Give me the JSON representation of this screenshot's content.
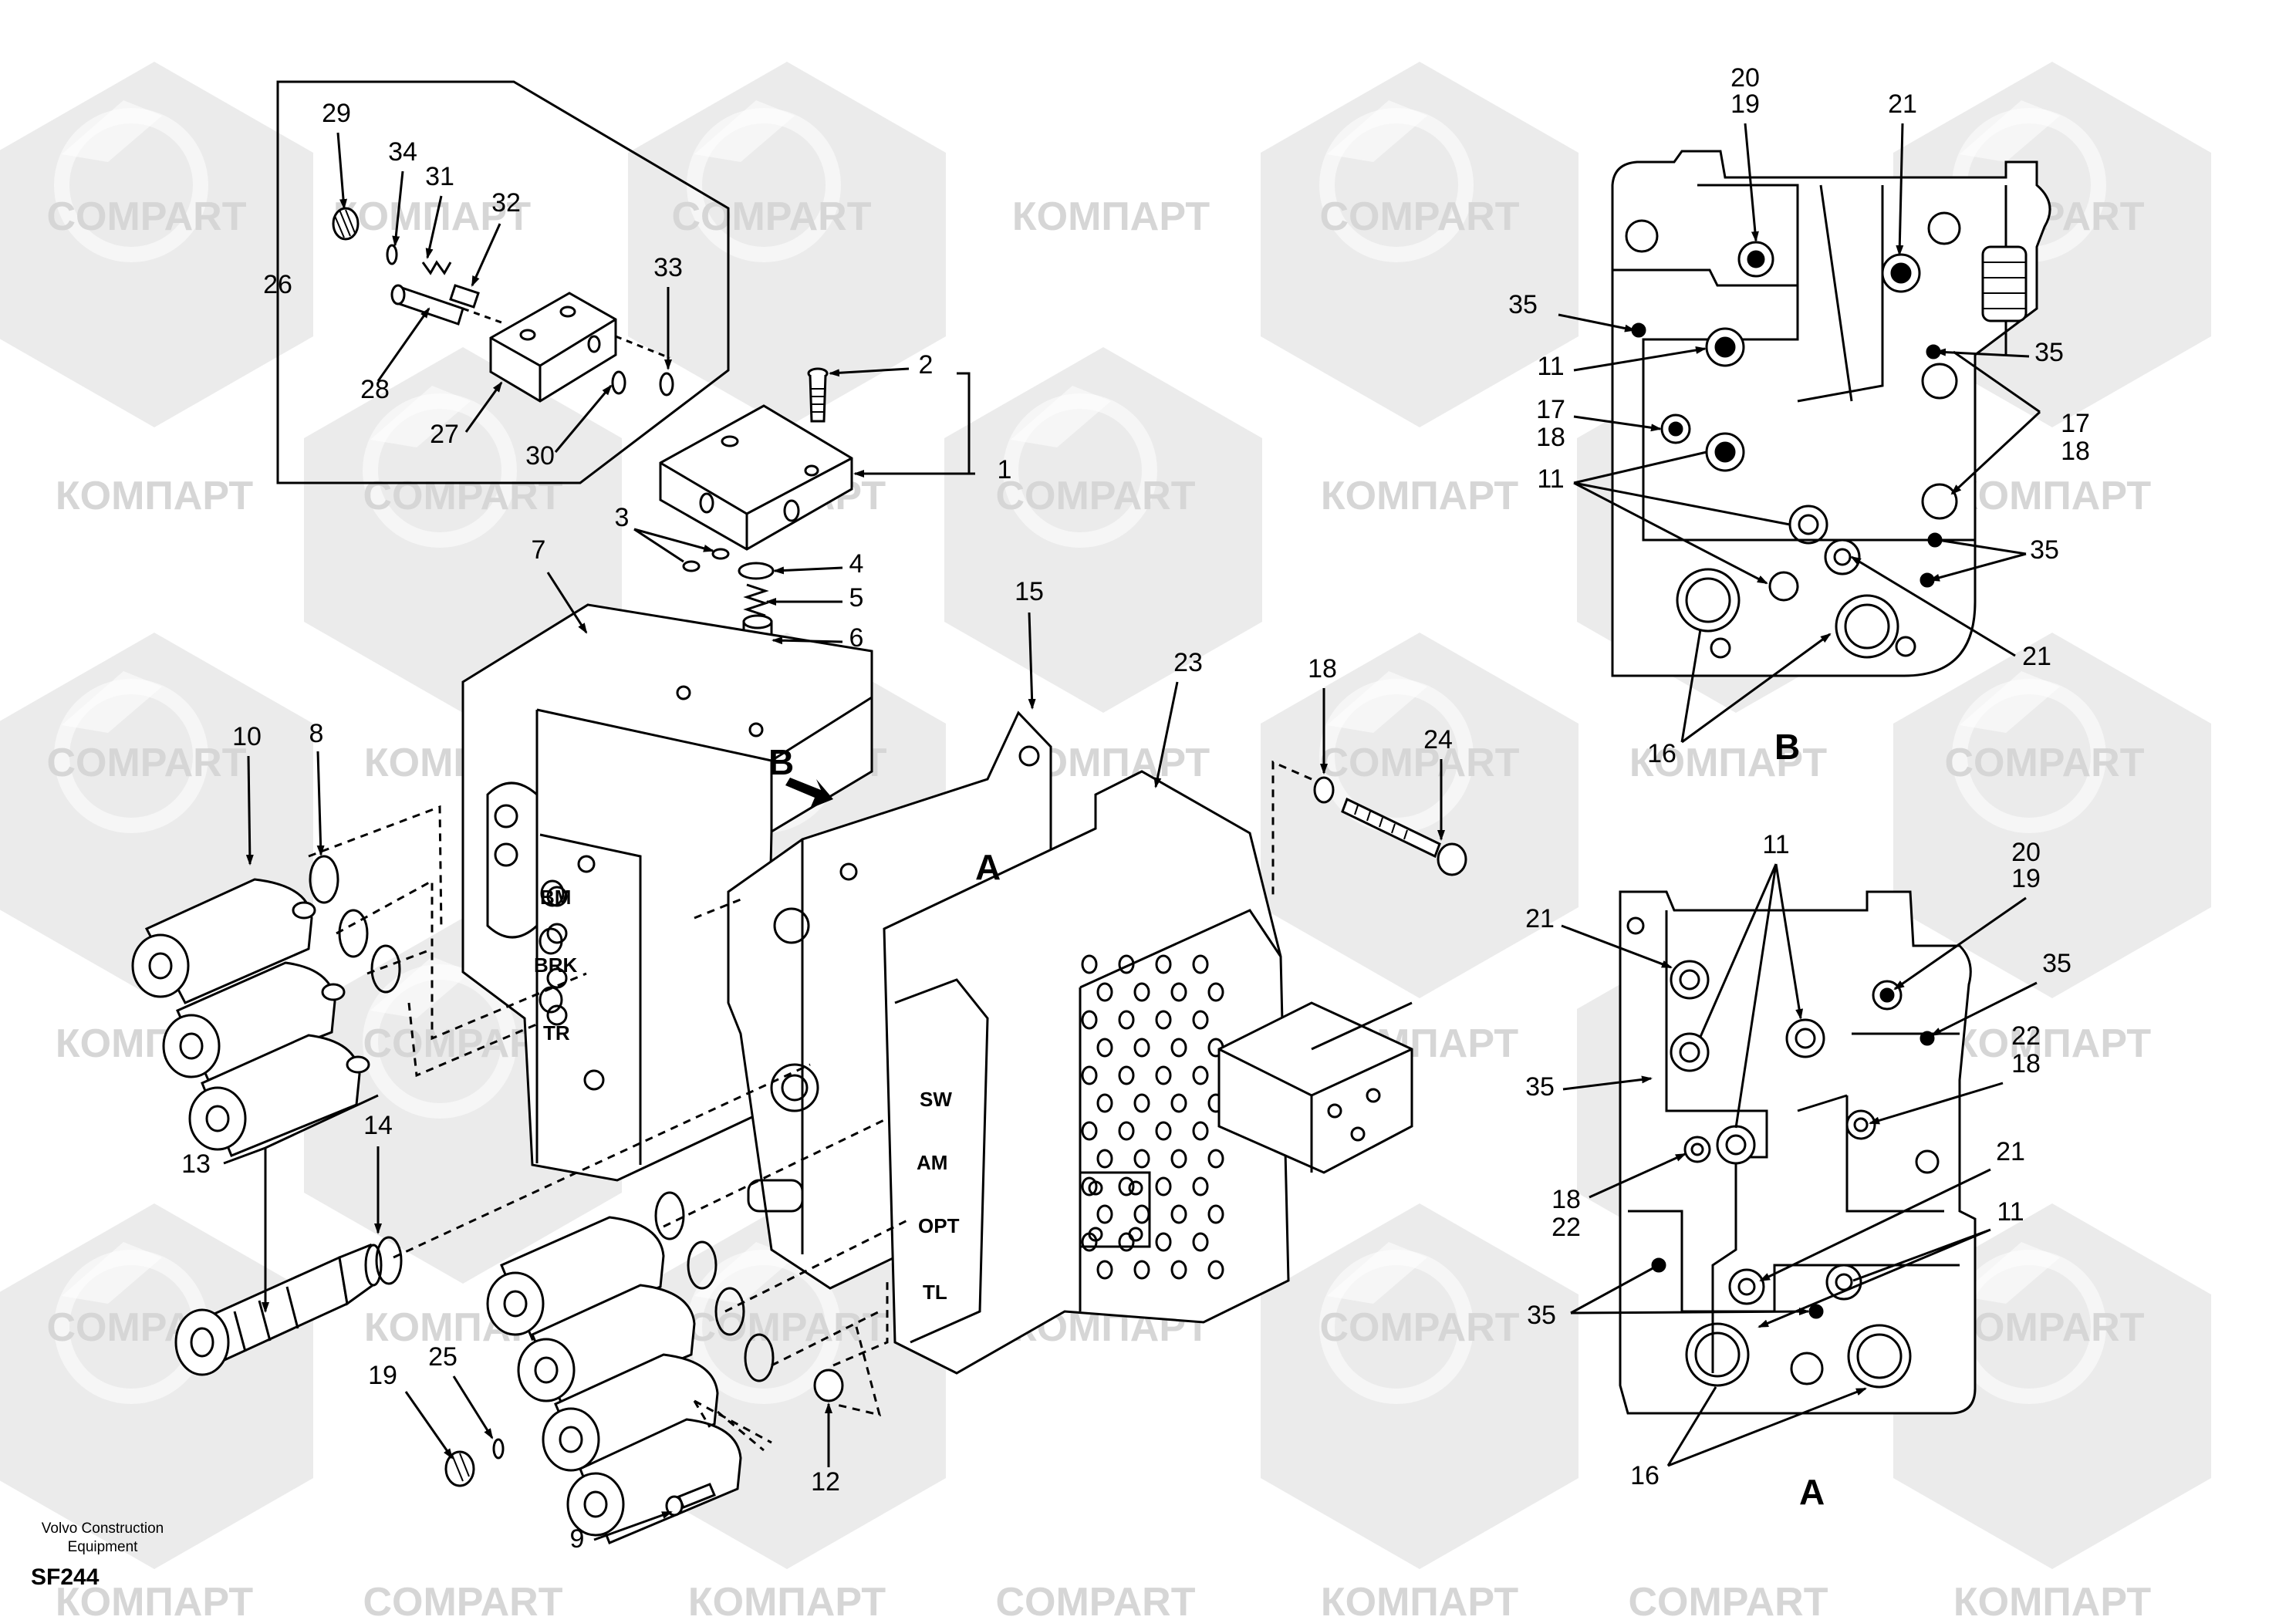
{
  "watermark": {
    "brand_cyr": "КОМПАРТ",
    "brand_lat": "COMPART",
    "color": "#d6d6d6"
  },
  "view_labels": {
    "B": "B",
    "A": "A"
  },
  "text_markers": {
    "BM": "BM",
    "BRK": "BRK",
    "TR": "TR",
    "SW": "SW",
    "AM": "AM",
    "OPT": "OPT",
    "TL": "TL"
  },
  "main_callouts": [
    "1",
    "2",
    "3",
    "4",
    "5",
    "6",
    "7",
    "8",
    "9",
    "10",
    "12",
    "13",
    "14",
    "15",
    "18",
    "19",
    "23",
    "24",
    "25",
    "26",
    "27",
    "28",
    "29",
    "30",
    "31",
    "32",
    "33",
    "34"
  ],
  "detail_b_callouts": [
    "20",
    "19",
    "21",
    "35",
    "11",
    "35",
    "17",
    "18",
    "17",
    "18",
    "11",
    "35",
    "21",
    "16"
  ],
  "detail_a_callouts": [
    "11",
    "20",
    "19",
    "21",
    "35",
    "35",
    "22",
    "18",
    "18",
    "22",
    "21",
    "11",
    "35",
    "16"
  ],
  "footer": {
    "manufacturer_line1": "Volvo Construction",
    "manufacturer_line2": "Equipment",
    "drawing_code": "SF244"
  }
}
